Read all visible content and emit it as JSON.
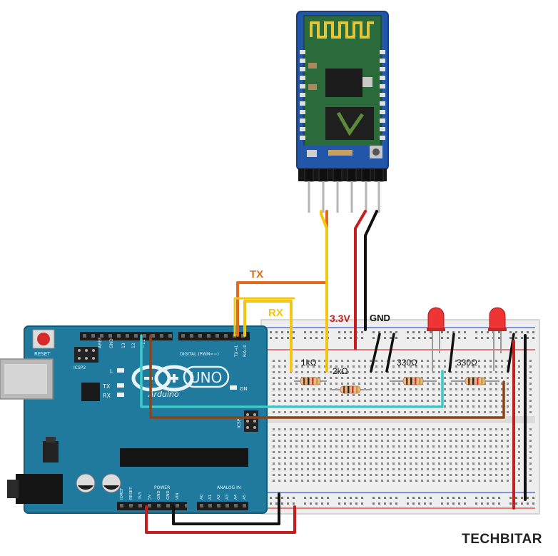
{
  "labels": {
    "tx": "TX",
    "rx": "RX",
    "v33": "3.3V",
    "gnd": "GND",
    "r1": "1kΩ",
    "r2": "2kΩ",
    "r3": "330Ω",
    "r4": "330Ω"
  },
  "board": {
    "reset": "RESET",
    "icsp2": "ICSP2",
    "icsp": "ICSP",
    "logo": "UNO",
    "maker": "Arduino",
    "on": "ON",
    "l": "L",
    "txled": "TX",
    "rxled": "RX",
    "digital": "DIGITAL (PWM=~)",
    "power": "POWER",
    "analog": "ANALOG IN",
    "aref": "AREF",
    "gndpin": "GND",
    "pins_left": [
      "13",
      "12",
      "~11"
    ],
    "pins_right": [
      "TX→1",
      "RX←0"
    ],
    "power_pins": [
      "IOREF",
      "RESET",
      "3V3",
      "5V",
      "GND",
      "GND",
      "VIN"
    ],
    "analog_pins": [
      "A0",
      "A1",
      "A2",
      "A3",
      "A4",
      "A5"
    ]
  },
  "watermark": "TECHBITAR",
  "colors": {
    "arduino": "#1f7a9d",
    "tx_wire": "#e06a1e",
    "rx_wire": "#f3c613",
    "vcc_wire": "#c41e1e",
    "gnd_wire": "#111111",
    "cyan_wire": "#3cc9c9",
    "brown_wire": "#8a4416",
    "module": "#2156a8"
  }
}
